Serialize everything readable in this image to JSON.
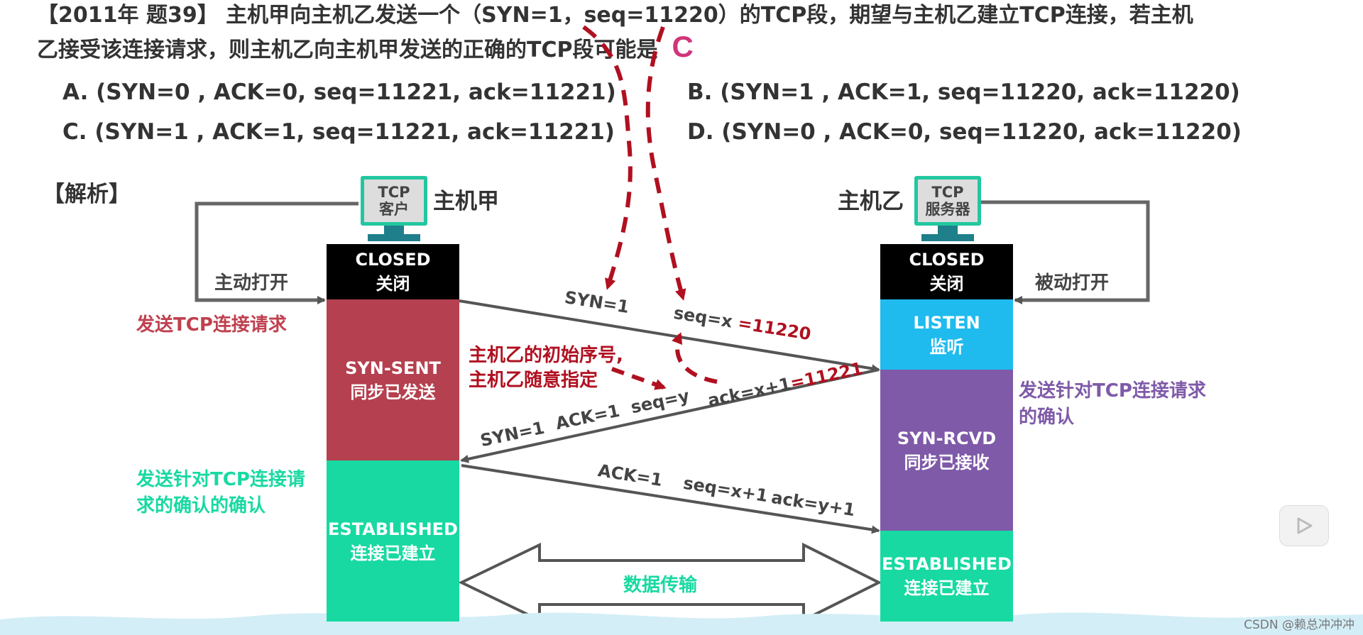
{
  "question": {
    "line1": "【2011年 题39】 主机甲向主机乙发送一个（SYN=1，seq=11220）的TCP段，期望与主机乙建立TCP连接，若主机",
    "line2": "乙接受该连接请求，则主机乙向主机甲发送的正确的TCP段可能是",
    "answer": "C"
  },
  "options": {
    "a": "A. (SYN=0 , ACK=0, seq=11221, ack=11221)",
    "b": "B. (SYN=1 , ACK=1, seq=11220, ack=11220)",
    "c": "C. (SYN=1 , ACK=1, seq=11221, ack=11221)",
    "d": "D. (SYN=0 , ACK=0, seq=11220, ack=11220)"
  },
  "analysis_label": "【解析】",
  "client": {
    "monitor_line1": "TCP",
    "monitor_line2": "客户",
    "name": "主机甲",
    "open_label": "主动打开",
    "states": [
      {
        "en": "CLOSED",
        "zh": "关闭",
        "color": "#000000"
      },
      {
        "en": "SYN-SENT",
        "zh": "同步已发送",
        "color": "#b5404f"
      },
      {
        "en": "ESTABLISHED",
        "zh": "连接已建立",
        "color": "#18d9a2"
      }
    ]
  },
  "server": {
    "monitor_line1": "TCP",
    "monitor_line2": "服务器",
    "name": "主机乙",
    "open_label": "被动打开",
    "states": [
      {
        "en": "CLOSED",
        "zh": "关闭",
        "color": "#000000"
      },
      {
        "en": "LISTEN",
        "zh": "监听",
        "color": "#1fbbee"
      },
      {
        "en": "SYN-RCVD",
        "zh": "同步已接收",
        "color": "#7f5aa8"
      },
      {
        "en": "ESTABLISHED",
        "zh": "连接已建立",
        "color": "#18d9a2"
      }
    ]
  },
  "annotations": {
    "send_request": "发送TCP连接请求",
    "send_ack_of_ack_1": "发送针对TCP连接请",
    "send_ack_of_ack_2": "求的确认的确认",
    "send_ack_1": "发送针对TCP连接请求",
    "send_ack_2": "的确认",
    "initial_seq_1": "主机乙的初始序号,",
    "initial_seq_2": "主机乙随意指定"
  },
  "segments": {
    "syn": "SYN=1",
    "seq_x": "seq=x",
    "seq_x_val": "=11220",
    "synack_syn": "SYN=1",
    "synack_ack": "ACK=1",
    "synack_seq": "seq=y",
    "synack_ackno": "ack=x+1",
    "synack_ackno_val": "=11221",
    "ack_ack": "ACK=1",
    "ack_seq": "seq=x+1",
    "ack_ackno": "ack=y+1"
  },
  "data_transfer": "数据传输",
  "watermark": "CSDN @赖总冲冲冲",
  "colors": {
    "red": "#b01020",
    "teal": "#18d9a2",
    "purple": "#7f5aa8",
    "arrow_gray": "#555555"
  }
}
